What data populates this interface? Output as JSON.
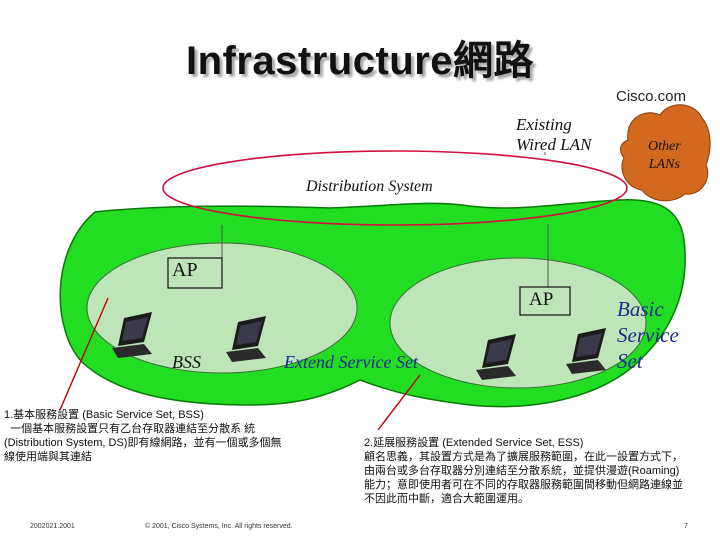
{
  "title": "Infrastructure網路",
  "brand": "Cisco.com",
  "diagram": {
    "existing_lan": "Existing\nWired LAN",
    "other_lans": "Other\nLANs",
    "distribution_system": "Distribution System",
    "ap_left": "AP",
    "ap_right": "AP",
    "bss": "BSS",
    "ess": "Extend Service Set",
    "bss_big": "Basic\nService\nSet"
  },
  "notes": {
    "left": "1.基本服務設置 (Basic Service Set, BSS)\n  一個基本服務設置只有乙台存取器連結至分散系 統\n(Distribution System, DS)即有線網路，並有一個或多個無\n線使用端與其連結",
    "right": "2.延展服務設置 (Extended Service Set, ESS)\n顧名思義，其設置方式是為了擴展服務範圍，在此一設置方式下，\n由兩台或多台存取器分別連結至分散系統，並提供漫遊(Roaming)\n能力；意即使用者可在不同的存取器服務範圍間移動但網路連線並\n不因此而中斷，適合大範圍運用。"
  },
  "footer": {
    "date": "2002021.2001",
    "copyright": "© 2001, Cisco Systems, Inc. All rights reserved.",
    "page": "7"
  },
  "colors": {
    "green": "#22dd22",
    "ellipse": "#bde5b7",
    "cloud": "#d2691e",
    "ring": "#d01040"
  }
}
